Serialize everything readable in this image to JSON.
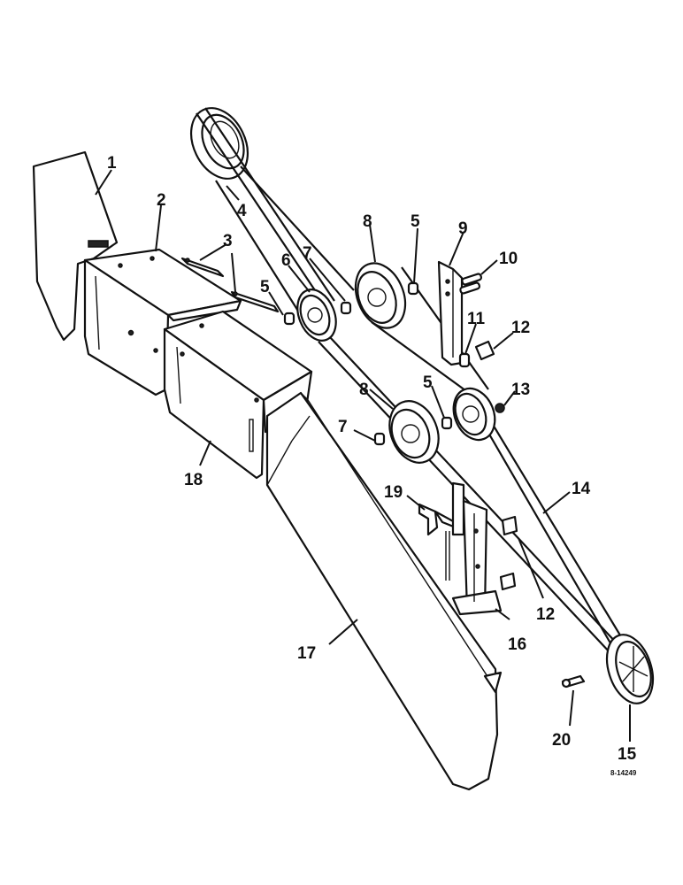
{
  "callouts": [
    {
      "id": "c1",
      "label": "1"
    },
    {
      "id": "c2",
      "label": "2"
    },
    {
      "id": "c3",
      "label": "3"
    },
    {
      "id": "c4",
      "label": "4"
    },
    {
      "id": "c5a",
      "label": "5"
    },
    {
      "id": "c5b",
      "label": "5"
    },
    {
      "id": "c5c",
      "label": "5"
    },
    {
      "id": "c6",
      "label": "6"
    },
    {
      "id": "c7a",
      "label": "7"
    },
    {
      "id": "c7b",
      "label": "7"
    },
    {
      "id": "c8a",
      "label": "8"
    },
    {
      "id": "c8b",
      "label": "8"
    },
    {
      "id": "c9",
      "label": "9"
    },
    {
      "id": "c10",
      "label": "10"
    },
    {
      "id": "c11",
      "label": "11"
    },
    {
      "id": "c12a",
      "label": "12"
    },
    {
      "id": "c12b",
      "label": "12"
    },
    {
      "id": "c13",
      "label": "13"
    },
    {
      "id": "c14",
      "label": "14"
    },
    {
      "id": "c15",
      "label": "15"
    },
    {
      "id": "c16",
      "label": "16"
    },
    {
      "id": "c17",
      "label": "17"
    },
    {
      "id": "c18",
      "label": "18"
    },
    {
      "id": "c19",
      "label": "19"
    },
    {
      "id": "c20",
      "label": "20"
    }
  ],
  "drawing_number": "8-14249"
}
